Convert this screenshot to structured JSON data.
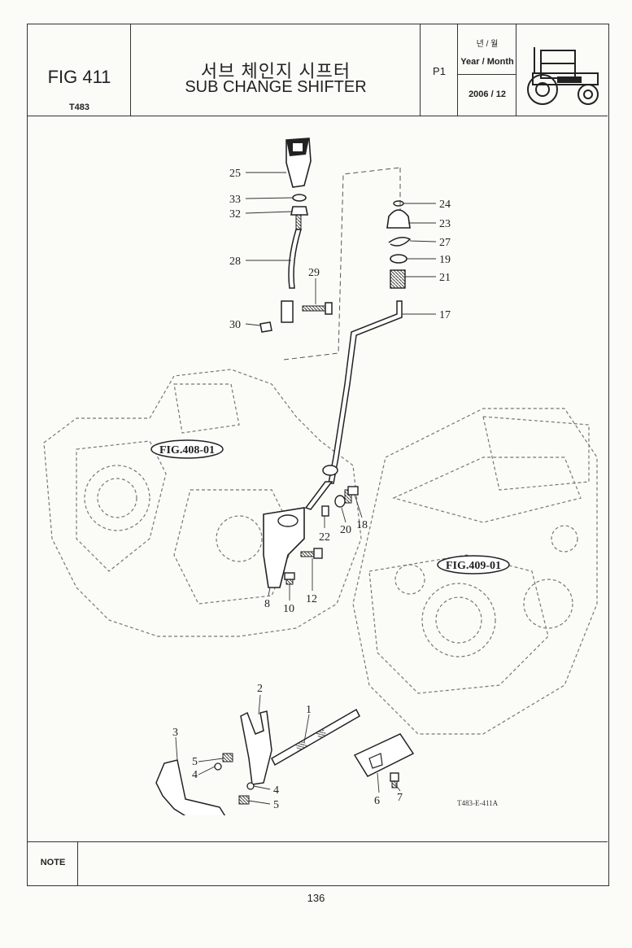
{
  "header": {
    "fig_no": "FIG 411",
    "model": "T483",
    "title_ko": "서브 체인지 시프터",
    "title_en": "SUB CHANGE SHIFTER",
    "page": "P1",
    "date_label_ko": "년 / 월",
    "date_label_en": "Year / Month",
    "date": "2006 / 12",
    "tractor_icon": "tractor-icon"
  },
  "diagram": {
    "refs": [
      "FIG.408-01",
      "FIG.409-01"
    ],
    "parts": {
      "p1": "1",
      "p2": "2",
      "p3": "3",
      "p4a": "4",
      "p4b": "4",
      "p5a": "5",
      "p5b": "5",
      "p6": "6",
      "p7": "7",
      "p8": "8",
      "p10": "10",
      "p12": "12",
      "p17": "17",
      "p18": "18",
      "p19": "19",
      "p20": "20",
      "p21": "21",
      "p22": "22",
      "p23": "23",
      "p24": "24",
      "p25": "25",
      "p27": "27",
      "p28": "28",
      "p29": "29",
      "p30": "30",
      "p32": "32",
      "p33": "33"
    },
    "drawing_code": "T483-E-411A"
  },
  "note_label": "NOTE",
  "page_number": "136"
}
